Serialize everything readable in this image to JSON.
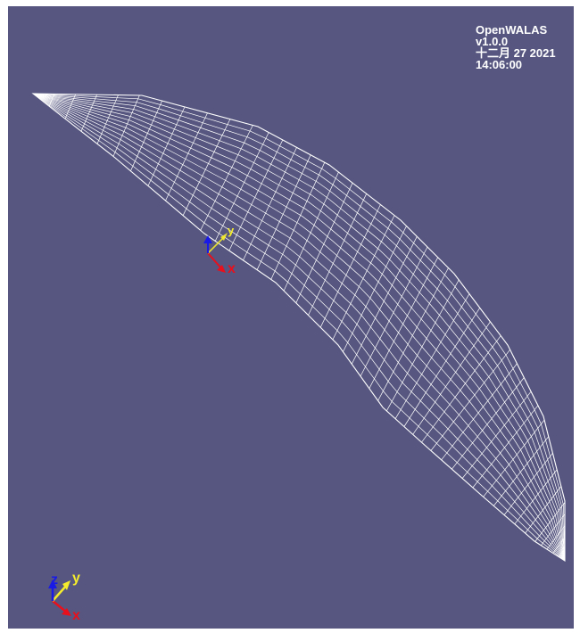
{
  "app": {
    "name": "OpenWALAS",
    "version": "v1.0.0",
    "date": "十二月 27 2021",
    "time": "14:06:00"
  },
  "viewport": {
    "background_color": "#565680",
    "mesh_color": "#ffffff"
  },
  "axes": {
    "x_label": "x",
    "y_label": "y",
    "z_label": "z",
    "x_color": "#e8101c",
    "y_color": "#f4ec2c",
    "z_color": "#1a1ae6"
  }
}
